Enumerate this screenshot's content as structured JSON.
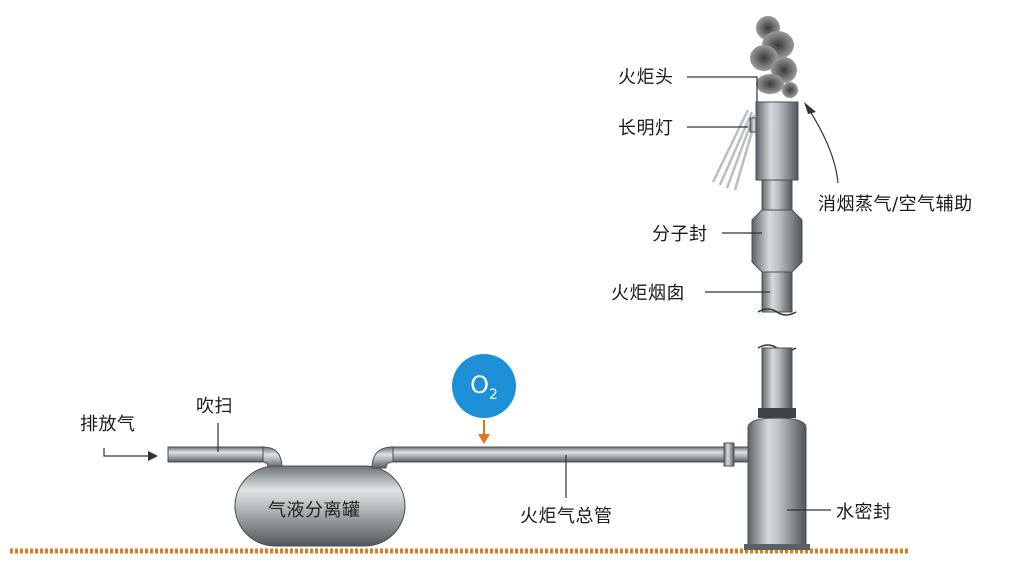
{
  "labels": {
    "flare_tip": "火炬头",
    "pilot_light": "长明灯",
    "smokeless_assist": "消烟蒸气/空气辅助",
    "molecular_seal": "分子封",
    "flare_stack": "火炬烟囱",
    "purge": "吹扫",
    "vent_gas": "排放气",
    "knockout_drum": "气液分离罐",
    "flare_header": "火炬气总管",
    "water_seal": "水密封",
    "oxygen_base": "O",
    "oxygen_sub": "2"
  },
  "colors": {
    "pipe_dark": "#5f666a",
    "pipe_light": "#d4d8da",
    "ground": "#e07b1c",
    "oxygen_circle": "#1e90d8",
    "oxygen_arrow": "#e9721d",
    "smoke": "#6e6e6e"
  }
}
